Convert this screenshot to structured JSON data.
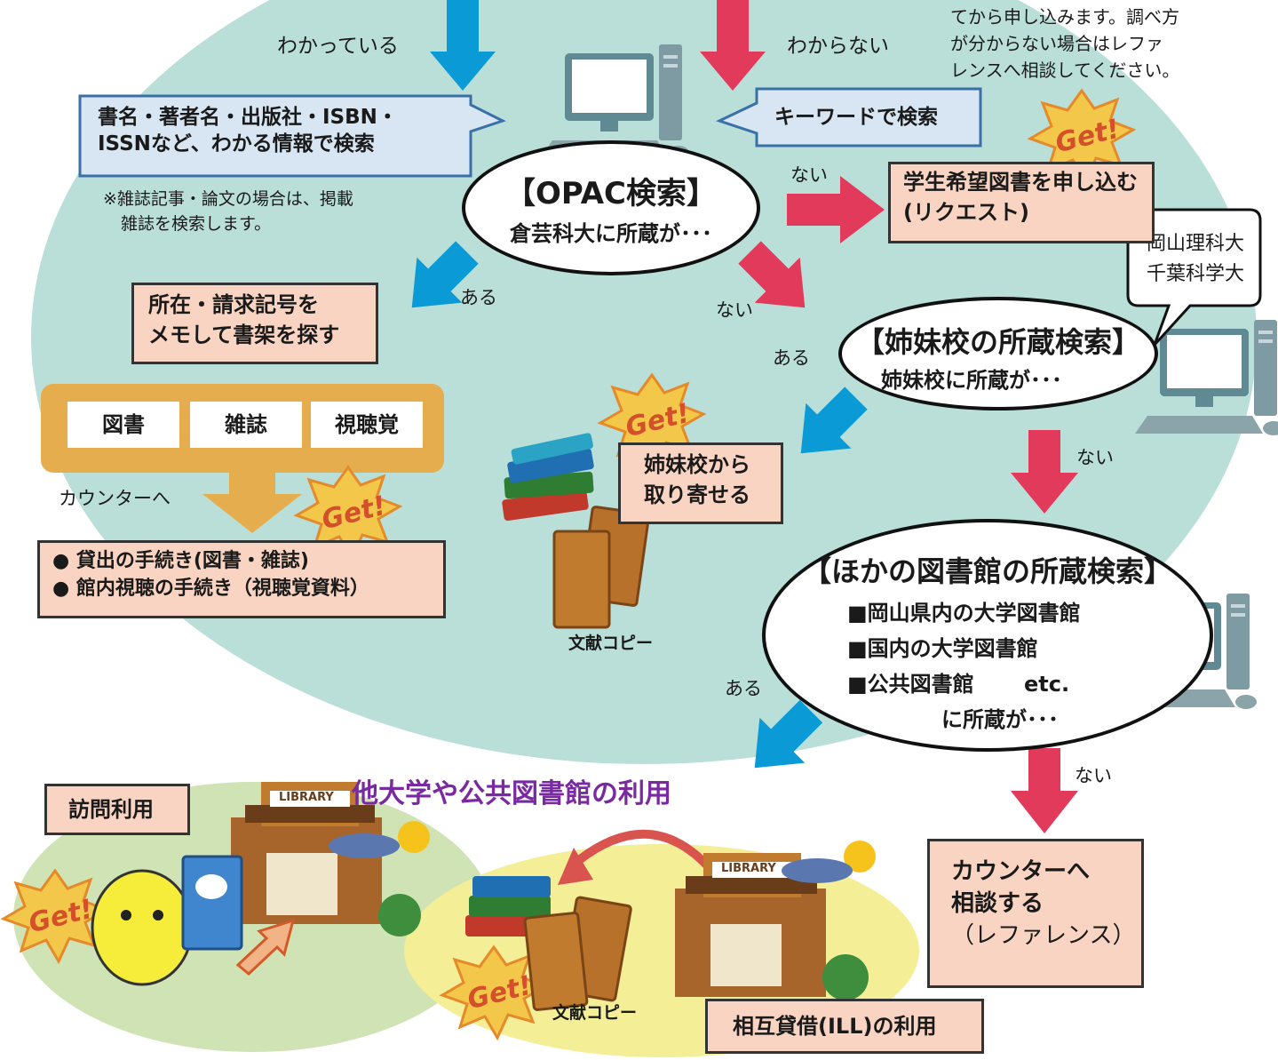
{
  "colors": {
    "bg_circle": "#b9dfd8",
    "blue_arrow": "#0a9ad6",
    "red_arrow": "#e23a5a",
    "box_fill": "#f9d4c2",
    "callout_fill": "#d7e6f2",
    "orange_panel": "#e6ad4f",
    "get_badge": "#f3c84a",
    "green_oval": "#cfe3b4",
    "yellow_oval": "#f4ee96",
    "title_purple": "#7a2aa0"
  },
  "labels": {
    "known": "わかっている",
    "unknown": "わからない",
    "have": "ある",
    "none": "ない"
  },
  "top_note": [
    "てから申し込みます。調べ方",
    "が分からない場合はレファ",
    "レンスへ相談してください。"
  ],
  "callout_known": [
    "書名・著者名・出版社・ISBN・",
    "ISSNなど、わかる情報で検索"
  ],
  "callout_keyword": "キーワードで検索",
  "magazine_note": [
    "※雑誌記事・論文の場合は、掲載",
    "雑誌を検索します。"
  ],
  "opac": {
    "title": "【OPAC検索】",
    "sub": "倉芸科大に所蔵が･･･"
  },
  "request_box": [
    "学生希望図書を申し込む",
    "(リクエスト)"
  ],
  "sister_bubble": [
    "岡山理科大",
    "千葉科学大"
  ],
  "sister": {
    "title": "【姉妹校の所蔵検索】",
    "sub": "姉妹校に所蔵が･･･"
  },
  "shelf_box": [
    "所在・請求記号を",
    "メモして書架を探す"
  ],
  "material_tabs": [
    "図書",
    "雑誌",
    "視聴覚"
  ],
  "to_counter": "カウンターへ",
  "lending_box": [
    "●  貸出の手続き(図書・雑誌)",
    "●  館内視聴の手続き（視聴覚資料）"
  ],
  "sister_order_box": [
    "姉妹校から",
    "取り寄せる"
  ],
  "doc_copy": "文献コピー",
  "other_libs": {
    "title": "【ほかの図書館の所蔵検索】",
    "items": [
      "■岡山県内の大学図書館",
      "■国内の大学図書館",
      "■公共図書館　　 etc."
    ],
    "sub": "に所蔵が･･･"
  },
  "consult_box": [
    "カウンターへ",
    "相談する",
    "（レファレンス）"
  ],
  "visit_box": "訪問利用",
  "other_use_title": "他大学や公共図書館の利用",
  "ill_box": "相互貸借(ILL)の利用",
  "get_text": "Get!",
  "library_sign": "LIBRARY"
}
